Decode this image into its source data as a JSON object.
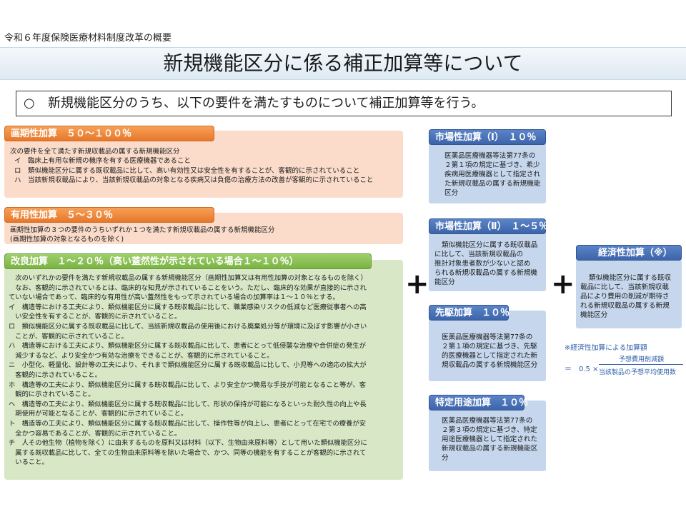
{
  "header": {
    "subtitle": "令和６年度保険医療材料制度改革の概要",
    "title": "新規機能区分に係る補正加算等について"
  },
  "intro": {
    "mark": "○",
    "text": "新規機能区分のうち、以下の要件を満たすものについて補正加算等を行う。"
  },
  "epoch": {
    "label": "画期性加算　５０～１００％",
    "lines": [
      "次の要件を全て満たす新規収載品の属する新規機能区分",
      "イ　臨床上有用な新規の機序を有する医療機器であること",
      "ロ　類似機能区分に属する既収載品に比して、高い有効性又は安全性を有することが、客観的に示されていること",
      "ハ　当該新規収載品により、当該新規収載品の対象となる疾病又は負傷の治療方法の改善が客観的に示されていること"
    ]
  },
  "usefulness": {
    "label": "有用性加算　５～３０％",
    "lines": [
      "画期性加算の３つの要件のうちいずれか１つを満たす新規収載品の属する新規機能区分",
      "(画期性加算の対象となるものを除く)"
    ]
  },
  "improvement": {
    "label": "改良加算　１～２０％（高い蓋然性が示されている場合１～１０％）",
    "lines": [
      "　次のいずれかの要件を満たす新規収載品の属する新規機能区分（画期性加算又は有用性加算の対象となるものを除く）",
      "　なお、客観的に示されているとは、臨床的な知見が示されていることをいう。ただし、臨床的な効果が直接的に示され",
      "ていない場合であって、臨床的な有用性が高い蓋然性をもって示されている場合の加算率は１～１０％とする。",
      "イ　構造等における工夫により、類似機能区分に属する既収載品に比して、職業感染リスクの低減など医療従事者への高",
      "　い安全性を有することが、客観的に示されていること。",
      "ロ　類似機能区分に属する既収載品に比して、当該新規収載品の使用後における廃棄処分等が環境に及ぼす影響が小さい",
      "　ことが、客観的に示されていること。",
      "ハ　構造等における工夫により、類似機能区分に属する既収載品に比して、患者にとって低侵襲な治療や合併症の発生が",
      "　減少するなど、より安全かつ有効な治療をできることが、客観的に示されていること。",
      "ニ　小型化、軽量化、設計等の工夫により、それまで類似機能区分に属する既収載品に比して、小児等への適応の拡大が",
      "　客観的に示されていること。",
      "ホ　構造等の工夫により、類似機能区分に属する既収載品に比して、より安全かつ簡易な手技が可能となること等が、客",
      "　観的に示されていること。",
      "ヘ　構造等の工夫により、類似機能区分に属する既収載品に比して、形状の保持が可能になるといった耐久性の向上や長",
      "　期使用が可能となることが、客観的に示されていること。",
      "ト　構造等の工夫により、類似機能区分に属する既収載品に比して、操作性等が向上し、患者にとって在宅での療養が安",
      "　全かつ容易であることが、客観的に示されていること。",
      "チ　人その他生物（植物を除く）に由来するものを原料又は材料（以下、生物由来原料等）として用いた類似機能区分に",
      "　属する既収載品に比して、全ての生物由来原料等を除いた場合で、かつ、同等の機能を有することが客観的に示されて",
      "　いること。"
    ]
  },
  "market1": {
    "label": "市場性加算（Ⅰ）　１０％",
    "lines": [
      "医薬品医療機器等法第77条の",
      "２第１項の規定に基づき、希少",
      "疾病用医療機器として指定され",
      "た新規収載品の属する新規機能",
      "区分"
    ]
  },
  "market2": {
    "label": "市場性加算（Ⅱ）　１～５％",
    "lines": [
      "類似機能区分に属する既収載品",
      "に比して、当該新規収載品の",
      "推計対象患者数が少ないと認め",
      "られる新規収載品の属する新規機",
      "能区分"
    ]
  },
  "pioneer": {
    "label": "先駆加算　１０％",
    "lines": [
      "医薬品医療機器等法第77条の",
      "２第１項の規定に基づき、先駆",
      "的医療機器として指定された新",
      "規収載品の属する新規機能区分"
    ]
  },
  "specific": {
    "label": "特定用途加算　１０％",
    "lines": [
      "医薬品医療機器等法第77条の",
      "２第３項の規定に基づき、特定",
      "用途医療機器として指定された",
      "新規収載品の属する新規機能区",
      "分"
    ]
  },
  "economy": {
    "label": "経済性加算（※）",
    "lines": [
      "類似機能区分に属する既収",
      "載品に比して、当該新規収載",
      "品により費用の削減が期待さ",
      "れる新規収載品の属する新規",
      "機能区分"
    ]
  },
  "operators": {
    "plus": "+"
  },
  "formula": {
    "note": "※経済性加算による加算額",
    "prefix": "＝　0.5 ×",
    "numerator": "予想費用削減額",
    "denominator": "当該製品の予想平均使用数"
  },
  "colors": {
    "orange_tab": "#e7782a",
    "orange_panel": "#fbdccb",
    "green_tab": "#7bb344",
    "green_panel": "#d8e7c6",
    "blue_tab": "#3d64a8",
    "blue_panel": "#c6d7ed",
    "formula_text": "#2f5ea8"
  }
}
